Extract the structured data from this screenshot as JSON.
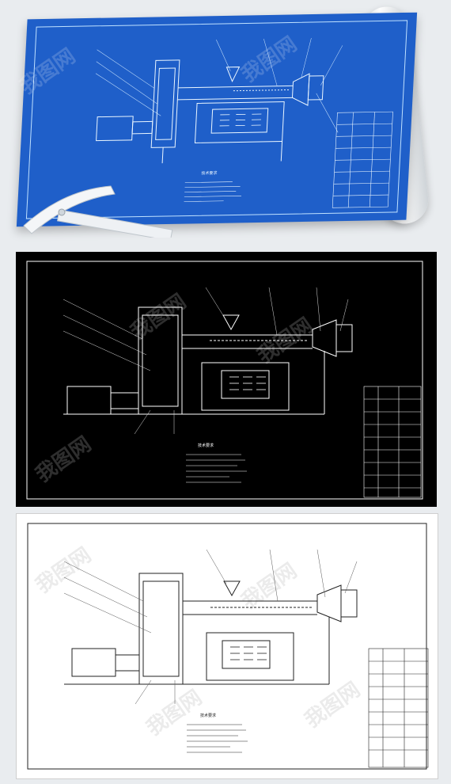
{
  "sections": [
    {
      "name": "blueprint",
      "notes_title": "技术要求"
    },
    {
      "name": "black",
      "notes_title": "技术要求"
    },
    {
      "name": "white",
      "notes_title": "技术要求"
    }
  ],
  "watermark_text": "我图网",
  "colors": {
    "blueprint_bg": "#1f5fc9",
    "black_bg": "#000000",
    "white_bg": "#ffffff"
  }
}
